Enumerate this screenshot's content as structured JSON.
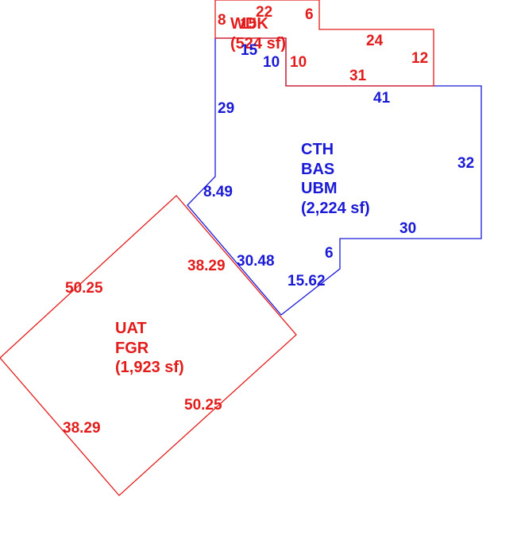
{
  "colors": {
    "red": "#e31b1b",
    "blue": "#1a1ad6",
    "background": "#ffffff"
  },
  "areas": {
    "wdk": {
      "code": "WDK",
      "area": "(524 sf)"
    },
    "cth": {
      "line1": "CTH",
      "line2": "BAS",
      "line3": "UBM",
      "area": "(2,224 sf)"
    },
    "uat": {
      "line1": "UAT",
      "line2": "FGR",
      "area": "(1,923 sf)"
    }
  },
  "dims": {
    "wdk": {
      "left": "8",
      "top": "22",
      "step": "6",
      "overlap": "15",
      "inner": "10",
      "upper": "24",
      "right": "12",
      "bottom": "31"
    },
    "cth": {
      "inner": "10",
      "left": "29",
      "top": "41",
      "right": "32",
      "diag_top": "8.49",
      "bottom": "30",
      "step": "6",
      "diag_long": "30.48",
      "diag_short": "15.62"
    },
    "uat": {
      "top_left": "50.25",
      "top_right": "38.29",
      "bottom_right": "50.25",
      "bottom_left": "38.29"
    }
  }
}
